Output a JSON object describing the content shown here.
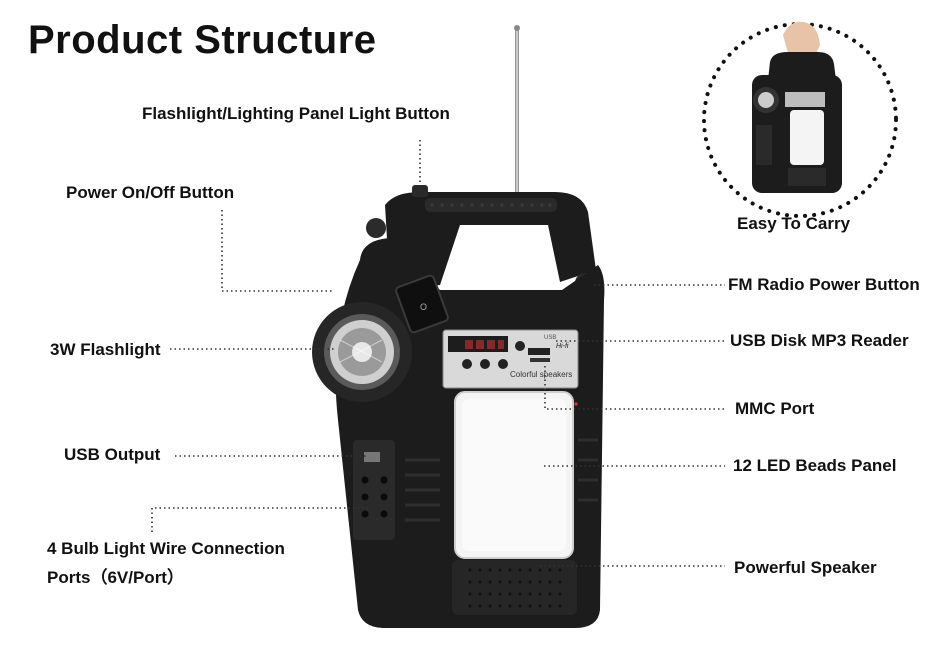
{
  "title": "Product Structure",
  "labels": {
    "flashlight_button": "Flashlight/Lighting Panel Light Button",
    "power_button": "Power On/Off Button",
    "flashlight": "3W Flashlight",
    "usb_output": "USB Output",
    "wire_ports_line1": "4 Bulb Light Wire Connection",
    "wire_ports_line2": "Ports（6V/Port）",
    "fm_button": "FM Radio Power Button",
    "usb_reader": "USB Disk MP3 Reader",
    "mmc_port": "MMC Port",
    "led_panel": "12 LED Beads Panel",
    "speaker": "Powerful Speaker",
    "easy_carry": "Easy To Carry"
  },
  "device_panel": {
    "brand": "Hi-fi",
    "caption": "Colorful speakers",
    "usb_text": "USB"
  },
  "colors": {
    "body": "#1c1c1c",
    "accent": "#2f2f2f",
    "panel_light": "#f4f4f4",
    "leader": "#333333"
  }
}
